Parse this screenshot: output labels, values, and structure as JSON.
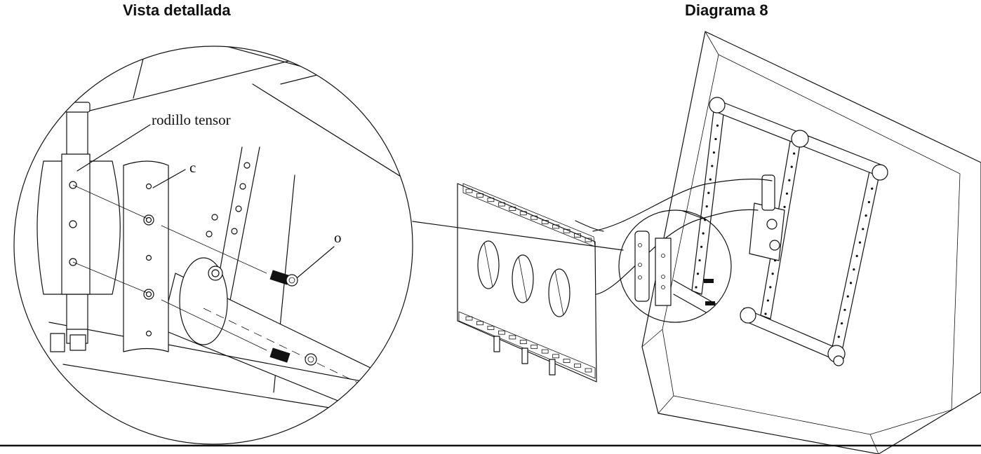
{
  "headings": {
    "detail_view": "Vista detallada",
    "diagram": "Diagrama 8"
  },
  "callouts": {
    "tension_roller": "rodillo tensor",
    "part_c": "c",
    "part_o": "o"
  }
}
